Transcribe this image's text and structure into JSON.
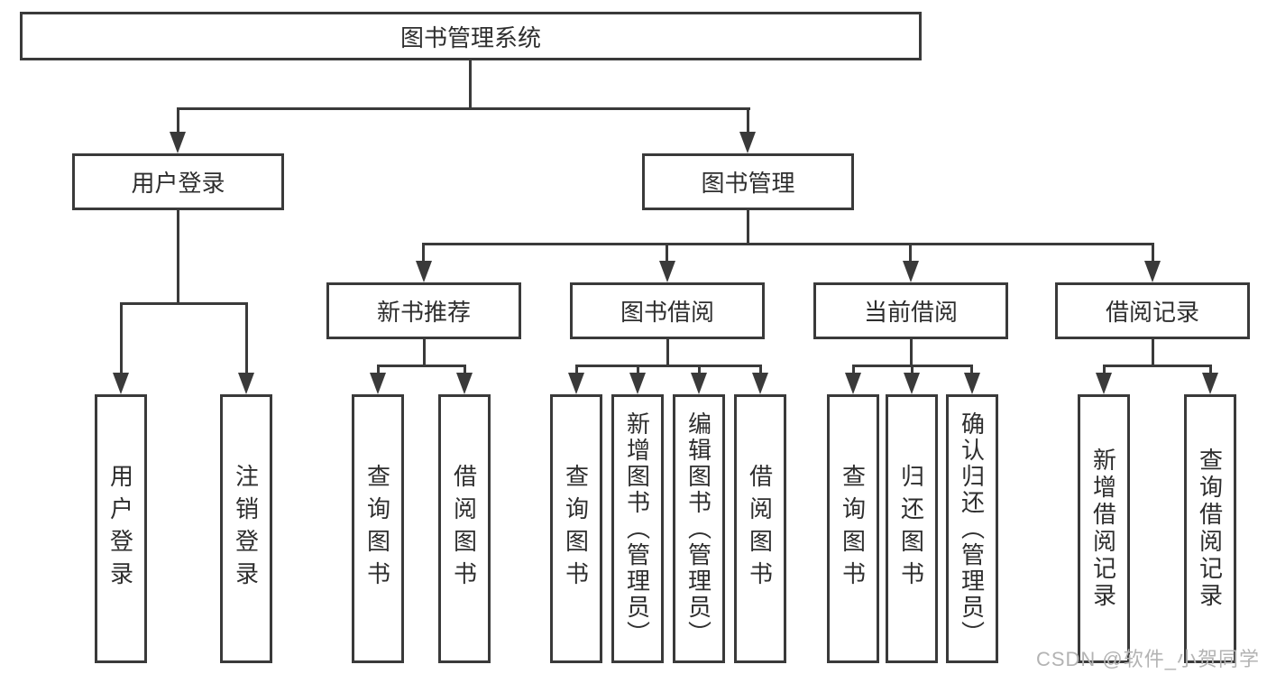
{
  "diagram": {
    "type": "hierarchy-tree",
    "root": {
      "label": "图书管理系统"
    },
    "branches": [
      {
        "label": "用户登录",
        "children": [
          {
            "label": "用户登录"
          },
          {
            "label": "注销登录"
          }
        ]
      },
      {
        "label": "图书管理",
        "groups": [
          {
            "label": "新书推荐",
            "children": [
              {
                "label": "查询图书"
              },
              {
                "label": "借阅图书"
              }
            ]
          },
          {
            "label": "图书借阅",
            "children": [
              {
                "label": "查询图书"
              },
              {
                "label": "新增图书（管理员）"
              },
              {
                "label": "编辑图书（管理员）"
              },
              {
                "label": "借阅图书"
              }
            ]
          },
          {
            "label": "当前借阅",
            "children": [
              {
                "label": "查询图书"
              },
              {
                "label": "归还图书"
              },
              {
                "label": "确认归还（管理员）"
              }
            ]
          },
          {
            "label": "借阅记录",
            "children": [
              {
                "label": "新增借阅记录"
              },
              {
                "label": "查询借阅记录"
              }
            ]
          }
        ]
      }
    ]
  },
  "colors": {
    "line": "#3a3a3a",
    "box_background": "#ffffff",
    "text": "#2e2e2e",
    "watermark": "#b3b3b3"
  },
  "watermark": {
    "text": "CSDN @软件_小贺同学"
  }
}
